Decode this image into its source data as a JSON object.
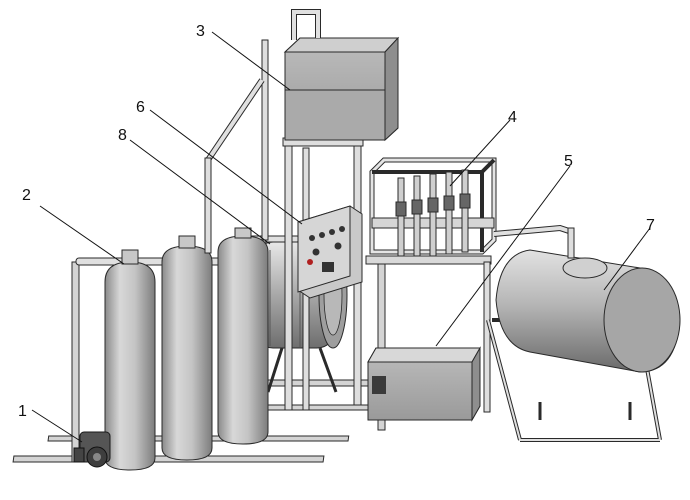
{
  "callouts": [
    {
      "id": "1",
      "label": "1"
    },
    {
      "id": "2",
      "label": "2"
    },
    {
      "id": "3",
      "label": "3"
    },
    {
      "id": "4",
      "label": "4"
    },
    {
      "id": "5",
      "label": "5"
    },
    {
      "id": "6",
      "label": "6"
    },
    {
      "id": "7",
      "label": "7"
    },
    {
      "id": "8",
      "label": "8"
    }
  ],
  "colors": {
    "metal_light": "#e4e4e4",
    "metal_mid": "#b8b8b8",
    "metal_dark": "#7a7a7a",
    "outline": "#2a2a2a",
    "background": "#ffffff"
  },
  "components": {
    "pump": "pump-icon",
    "filter_columns": "filter-column-icon",
    "upper_tank": "tank-icon",
    "filling_valves": "valve-rack-icon",
    "lower_box": "box-icon",
    "control_panel": "control-panel-icon",
    "storage_tank": "horizontal-tank-icon",
    "horizontal_cylinder": "cylinder-icon"
  }
}
